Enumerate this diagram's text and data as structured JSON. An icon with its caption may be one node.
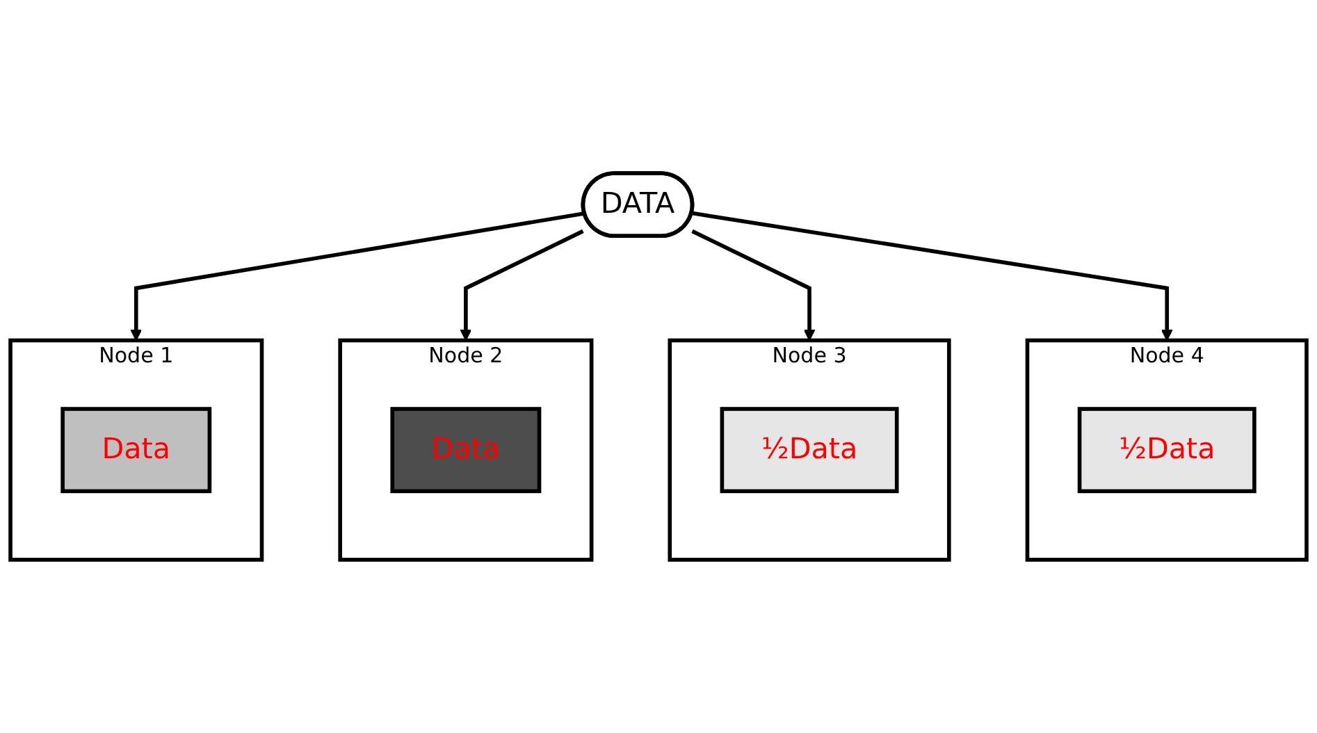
{
  "diagram": {
    "nodes": [
      {
        "text": [
          "DATA"
        ]
      },
      {
        "text": [
          "Node 1"
        ]
      },
      {
        "text": [
          "Data"
        ],
        "in": 1
      },
      {
        "text": [
          "Node 2"
        ]
      },
      {
        "text": [
          "Data"
        ],
        "in": 3
      },
      {
        "text": [
          "Node 3"
        ]
      },
      {
        "text": [
          "½Data"
        ],
        "in": 5
      },
      {
        "text": [
          "Node 4"
        ]
      },
      {
        "text": [
          "½Data"
        ],
        "in": 7
      }
    ],
    "edges": [
      {
        "from": 0,
        "to": 1,
        "arrow": "to"
      },
      {
        "from": 0,
        "to": 3,
        "arrow": "to"
      },
      {
        "from": 0,
        "to": 5,
        "arrow": "to"
      },
      {
        "from": 0,
        "to": 7,
        "arrow": "to"
      }
    ]
  }
}
